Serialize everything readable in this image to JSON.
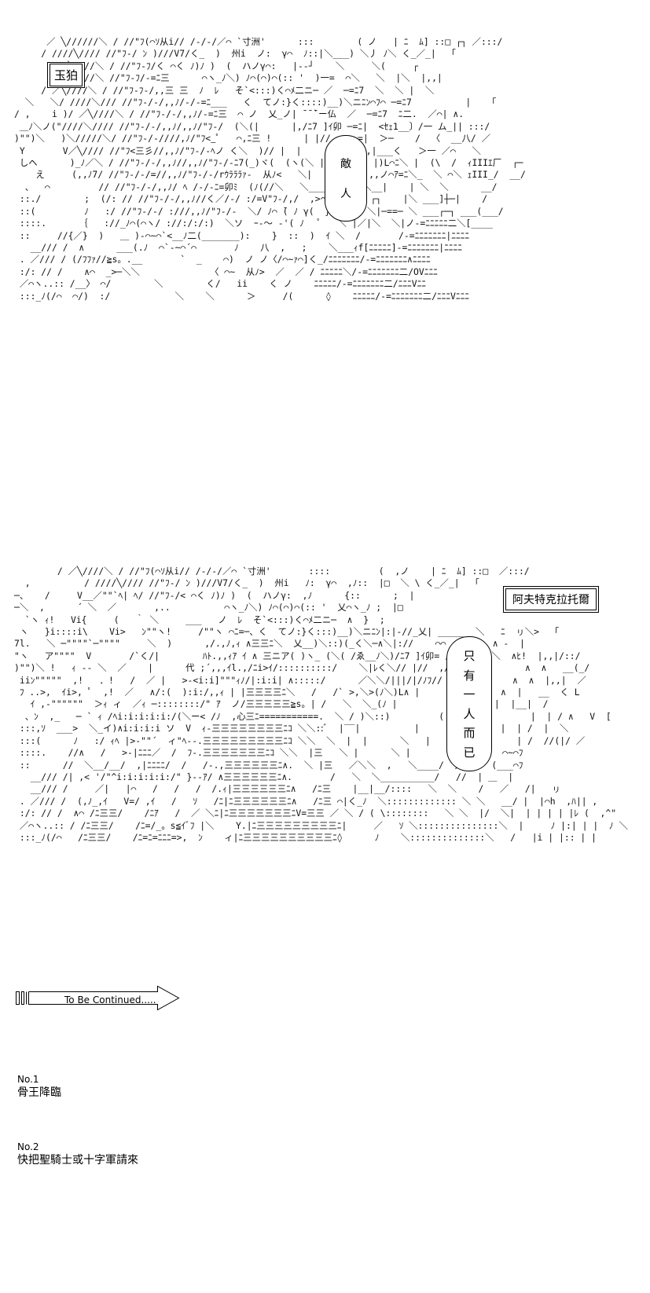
{
  "panel_1": {
    "ascii_art": "      ／ ╲//////＼ / //\"ﾌ(⌒ｿ从i// /-/-/／⌒ `寸洲'      :::        ( ノ   | ﾆ  ﾑ] ::□ ┌┐ ／:::/\n     / ////╲//// //\"ﾌ-/ ﾝ )///V7/く_  )  州i  ノ:  γ⌒  ﾉ::|＼___) ＼丿 ﾉ＼ く_／_|  「\n       / /╲////＼ / //\"ﾌ-ﾌ/く ⌒く ﾉ)ﾉ )  (  ハノγ⌒:   |--┘    ＼     ＼(     ┌\n       ///╲////＼ //\"ﾌ-ﾌ/-=ﾆ三      ⌒ヽ_ﾉ＼) ﾉ⌒(⌒)⌒(:: '  )一=  ⌒＼   ＼  |＼  |,,|\n     / ／╲////＼ / //\"ﾌ-ﾌ-/,,三 三  ﾉ  ﾚ   そ`<:::)く⌒ﾒ二ニ─ ／  ─=ﾆ7  ＼  ＼ |  ＼\n  ＼   ＼/ ////＼/// //\"ﾌ-/-/,,ﾉ/-/-=ﾆ___   く  てノ:}く::::)__)＼ニﾆﾝ⌒ﾌ⌒ ─=ﾆ7          |   「\n/ ,    i )/ ／╲////＼ / //\"ﾌ-/-/,,ﾉ/-=ﾆ三  ⌒ ノ  乂_ノ| ̄ ̄ ̄`ー仏  ／  ─=ﾆ7  ﾆ二.  ／⌒| ∧.\n ＿ﾉ＼ノ(\"////＼//// //\"ﾌ-/-/,,ﾉ/,,ﾉ/\"ﾌ-/  (＼(|      |,/ﾆ7 ]ｲ卯 ─=ﾆ|  <ｾｪ1__〕/一 ム_|| :::/\n)\"\")＼   )＼/////＼/ //\"ﾌ-/-////,ﾉ/\"ﾌ<_ﾟ   ⌒,ﾆ三 !      | |//.._──=|  ＞─    /  〈  __八/ ／\n Y       V／╲//// //\"ﾌ<三彡//,,ﾉ/\"ﾌ-/-ﾍノ く＼  )// |  |      |/ |/,,|___く   ＞一 ／⌒   ＼\n しヘ      )_ﾉ／＼ / //\"ﾌ-/-/,,ﾉ//,,ﾉ/\"ﾌ-/-ﾆ7(_)ヾ(  (ヽ(＼ |  |      |)L⌒ﾆ＼ |  (\\  /  ｨIIIｴ厂  ┌─\n    え     (,,ﾉ7/ //\"ﾌ-/-/=//,,ﾉ/\"ﾌ-/-/rｳﾗﾗﾗｧ-  从ﾉ<   ＼|      |＼ﾉ(,,ノ⌒ｱ=ﾆ＼_  ＼ ⌒＼ ｪIII_/  __/\n  、  ⌒         // //\"ﾌ-/-/,,ﾉ/ ﾍ /-/-ﾆ=卯ﾐ  (ﾉ(//＼   ＼___/ |    ＼__|    | ＼  ＼      __/\n ::./        ;  (/: // //\"ﾌ-/-/,,ﾉ//く／/-/ :/=V\"ﾌ-/,/  ,>～ｧｧ<⌒    ┌┐    |＼ ___]┼─|    /\n ::(         ﾉ   :/ //\"ﾌ-/-/ :///,,ﾉ/\"ﾌ-/-  ＼/ ﾉ⌒ ̄( ﾉ γ(  }   ﾟ   ＼|─==─ ＼ ___┌─┐ ___(___/\n ::::.      ｛   ://_ﾉ⌒(⌒ヽ/ ://:/:/:)  ＼ソ  ｰ-～ -'( ﾉ   ﾟ   ＼ |／|＼  ＼|ノ-=ﾆﾆﾆﾆﾆ二＼[____\n ::     //{／}  )   ＿ )-⌒~⌒`<__ﾉ二(_______):    }  ::  )  ｲ ＼  /       /-=ﾆﾆﾆﾆﾆﾆﾆ|ﾆﾆﾆﾆ\n   __/// /  ∧      ___(.ﾉ  ⌒`-~⌒´⌒       ﾉ    八  ,   ;    ＼___ｨf[ﾆﾆﾆﾆﾆ]-=ﾆﾆﾆﾆﾆﾆﾆ|ﾆﾆﾆﾆ\n . ／/// / (/ﾌﾌｧ//≧s。.__       `  _    ⌒)  ノ ノ〈/⌒~ｧ⌒]く_/ﾆﾆﾆﾆﾆﾆﾆ/-=ﾆﾆﾆﾆﾆﾆﾆ∧ﾆﾆﾆﾆ\n :/: // /    ∧⌒  _>─＼＼             〈 ⌒~  从ﾉ>  ／  ／ / ﾆﾆﾆﾆﾆ＼/-=ﾆﾆﾆﾆﾆﾆﾆ二/OVﾆﾆﾆ\n ／⌒ヽ..:: /__〉 ⌒/        ＼        く/   ii    く ノ    ﾆﾆﾆﾆﾆ/-=ﾆﾆﾆﾆﾆﾆﾆ二/ﾆﾆﾆVﾆﾆ\n :::_ﾉ(/⌒  ⌒/)  :/            ＼    ＼      ＞     /(      ◊    ﾆﾆﾆﾆﾆ/-=ﾆﾆﾆﾆﾆﾆﾆ二/ﾆﾆﾆVﾆﾆﾆ",
    "label_box": "玉狛",
    "speech_bubble": [
      "敵",
      "人"
    ]
  },
  "panel_2": {
    "ascii_art": "        / ／╲////＼ / //\"ﾌ(⌒ｿ从i// /-/-/／⌒ `寸洲'       ::::         (  ,ノ    | ﾆ  ﾑ] ::□  ／:::/\n  ,          / ////╲//// //\"ﾌ-/ ﾝ )///V7/く_  )  州i   ﾉ:  γ⌒  ,ﾉ::  |□  ＼ \\ く_／_|  「\n─、   /     V__／\"\"`ﾍ| ﾍ/ //\"ﾌ-/< ⌒く ﾉ)ﾉ )  (  ハノγ:  ,ﾉ      {::      ;  |\n─＼  ,      ´ ＼  ／       ,..          ⌒ヽ_ﾉ＼) ﾉ⌒(⌒)⌒(:: '  乂⌒ヽ_ﾉ ;  |□\n  `ヽ ｨ!   Vi{     (   ｀ ＼     ___   ノ  ﾚ  そ`<:::)く⌒ﾒ二ニ─  ∧  }  ;\n ヽ   }i::::i\\    Vi>   ﾝ\"\"ヽ!     /\"\"ヽ ⌒ﾆ=─、く  てノ:}く:::)__)＼ニﾆﾝ|:|-//_乂| _____  ＼   ﾆ  ㇼ＼>  「\n7l.   ＼ ─\"\"\"\"`─\"\"\"\"     ＼  )      ,/.,ﾉ,ｨ ∧三三ﾆ＼  乂__)＼::)(_く＼─∧＼|://    ⌒⌒    ＼   ∧ -  |\n\"ヽ   ア\"\"\"\"  V       /`く/|        ﾊﾄ.,,ｨｱ ｲ ∧ 三ニア( )ヽ_ (＼( /ゑ__ﾉ＼)/ﾆ7 ]ｲ卯= ／       ＼  ∧ﾋ!  |,,|/::/\n)\"\")＼ !   ｨ -- ＼  ／    |      代 ;´,,,ｲl.,/ﾆi>ｲ/::::::::::/    ＼|ﾚく＼// |//  ,/-/ ,/         ∧  ∧   __(_/\n iiﾝ\"\"\"\"\"  ,!   ．!   /  ／ |   >-<i:i]\"\"\"ｨﾉ/|:i:i| ∧:::::/      ／＼＼/|||/|/ﾉﾌ//             ∧  ∧  |,,|  ／\n ﾌ ..>,  ｲi>, ﾟ  ,!  ／   ∧/:(  ):i:/,,ｨ | |三三三三ﾆ＼   /   /` >,＼>(ﾉ＼)L∧ |               ∧  |   __  く L\n   ｲ ,-\"\"\"\"\"\"  ＞ｨ ィ  ／ｨ ─::::::::/\" ｱ  ノ/三三三三三≧s。| /   ＼  ＼_(ﾉ |               |  |  |__|  /\n  、ﾝ  ,_   ─ ` ｨ /ﾍi:i:i:i:i:/(＼ー< /ﾉ  ,心三ﾆ===========.  ＼ / )＼::)         (|               |  | / ∧   V  [\n :::,ｿ  ___>  ＼_イ)∧i:i:i:i ソ  V  ｨ-三三三三三三三三ﾆｺ ＼＼::ﾞ  |‾‾|          |               |  | /  |  ＼\n :::(      ﾉ   :/ ｨﾍ |>-\"\"´  ィ\"ﾍ--.三三三三三三三三三ﾆｺ ＼＼  ＼  |  |      ＼   |                | /  //(|/ ／\n ::::.    //∧   /   >-|ﾆﾆﾆ／  /  ﾌ-.三三三三三三三ﾆｺ ＼＼  |三   ＼ |      ＼ |        / / __/  ⌒~⌒ﾌ\n ::      //  ＼__/__/  ,|ﾆﾆﾆﾆ/  /   /-.,三三三三三三ﾆ∧.  ＼ |三   ／＼＼  ,   ＼____/  / / ｰ  (___⌒ﾌ\n   __/// /| ,< '/\"^i:i:i:i:i:/\" }--ｱ/ ∧三三三三三三ﾆ∧.       /   ＼  ＼__________/   //  | ＿  |\n   __/// /     ／|   |⌒   /   /   /  /.ｨ|三三三三三三ﾆ∧   /ﾆ三    |__|__/::::   ＼  ＼    /   ／   /|   ㇼ\n . ／/// /  (,ﾉ_,ｲ   V=/ ,ｲ   /   ｿ   /ﾆ|ﾆ三三三三三三ﾆ∧   /ﾆ三 ⌒|く_ﾉ  ＼::::::::::::: ＼ ＼   __/ |  |⌒h  ,ﾊ|| ,\n :/: // /  ∧⌒ /ﾆ三三/    /ﾆｱ   /  ／ ＼ﾆ|ﾆ三三三三三三三ﾆV=三三 ／ ＼ / ( \\::::::::   ＼ ＼  |/  ＼|  | | | | |ﾚ (  ,^\"\n ／⌒ヽ..:: / /ﾆ三三/    /ﾆ=/_。s≦ｲﾞﾌ |＼    Y.|ﾆ三三三三三三三三三ﾆ|     ／   ｿ ＼:::::::::::::::＼  |     ﾉ |:| | |  ﾉ ＼\n :::_ﾉ(/⌒   /ﾆ三三/    /ﾆ=ﾆ=ﾆﾆﾆ=>,  ﾝ    ィ|ﾆ三三三三三三三三三三ﾆ◊      ﾉ    ＼::::::::::::::＼   /   |i | |:: | |",
    "label_box": "阿夫特克拉托爾",
    "speech_bubble": [
      "只",
      "有",
      "一",
      "人",
      "而",
      "已"
    ]
  },
  "footer": {
    "to_be_continued": "To Be Continued.....",
    "next_episodes": [
      {
        "no": "No.1",
        "title": "骨王降臨"
      },
      {
        "no": "No.2",
        "title": "快把聖騎士或十字軍請來"
      }
    ]
  }
}
